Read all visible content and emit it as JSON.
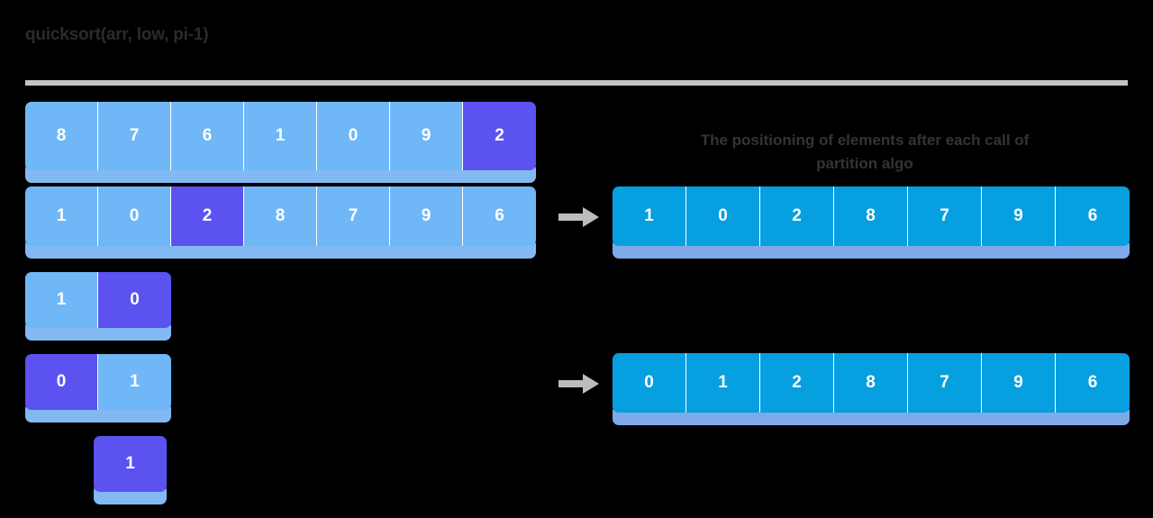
{
  "title": "quicksort(arr, low, pi-1)",
  "divider": {
    "name": "horizontal-rule"
  },
  "colors": {
    "background": "#000000",
    "cell_base": "#6fb7f7",
    "cell_highlight": "#5b52f0",
    "cell_solid": "#069fe0",
    "shadow": "#83b9f2",
    "text_on_cell": "#ffffff",
    "title_text": "#2b2b2b",
    "caption_text": "#343434",
    "divider": "#c4c4c4",
    "arrow": "#bcbcbc"
  },
  "right_caption": {
    "line1": "The positioning of elements after each call of",
    "line2": "partition algo"
  },
  "left_column": {
    "rows": [
      {
        "id": "recursion-row-1",
        "values": [
          "8",
          "7",
          "6",
          "1",
          "0",
          "9",
          "2"
        ],
        "styles": [
          "base",
          "base",
          "base",
          "base",
          "base",
          "base",
          "highlight"
        ]
      },
      {
        "id": "recursion-row-2",
        "values": [
          "1",
          "0",
          "2",
          "8",
          "7",
          "9",
          "6"
        ],
        "styles": [
          "base",
          "base",
          "highlight",
          "base",
          "base",
          "base",
          "base"
        ]
      },
      {
        "id": "recursion-row-3",
        "values": [
          "1",
          "0"
        ],
        "styles": [
          "base",
          "highlight"
        ]
      },
      {
        "id": "recursion-row-4",
        "values": [
          "0",
          "1"
        ],
        "styles": [
          "highlight",
          "base"
        ]
      },
      {
        "id": "recursion-row-5",
        "values": [
          "1"
        ],
        "styles": [
          "highlight"
        ]
      }
    ]
  },
  "right_column": {
    "rows": [
      {
        "id": "result-row-1",
        "values": [
          "1",
          "0",
          "2",
          "8",
          "7",
          "9",
          "6"
        ],
        "styles": [
          "solid",
          "solid",
          "solid",
          "solid",
          "solid",
          "solid",
          "solid"
        ]
      },
      {
        "id": "result-row-2",
        "values": [
          "0",
          "1",
          "2",
          "8",
          "7",
          "9",
          "6"
        ],
        "styles": [
          "solid",
          "solid",
          "solid",
          "solid",
          "solid",
          "solid",
          "solid"
        ]
      }
    ]
  },
  "arrows": [
    {
      "id": "arrow-to-result-1",
      "direction": "right"
    },
    {
      "id": "arrow-to-result-2",
      "direction": "right"
    }
  ]
}
